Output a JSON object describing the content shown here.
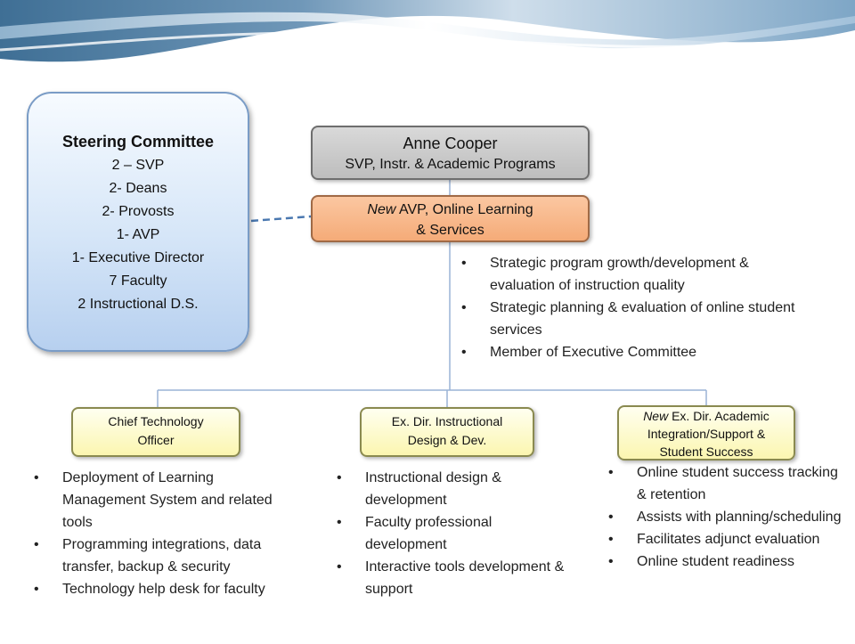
{
  "steering": {
    "title": "Steering Committee",
    "lines": [
      "2 – SVP",
      "2- Deans",
      "2- Provosts",
      "1- AVP",
      "1- Executive Director",
      "7 Faculty",
      "2 Instructional D.S."
    ]
  },
  "cooper": {
    "name": "Anne Cooper",
    "role": "SVP, Instr. & Academic Programs"
  },
  "avp": {
    "new_label": "New",
    "line1": " AVP, Online Learning",
    "line2": "& Services",
    "bullets": [
      "Strategic program growth/development & evaluation of instruction quality",
      "Strategic planning & evaluation of online student services",
      "Member of Executive Committee"
    ]
  },
  "cto": {
    "line1": "Chief Technology",
    "line2": "Officer",
    "bullets": [
      "Deployment of Learning Management System and related tools",
      "Programming integrations, data transfer, backup & security",
      "Technology help desk for faculty"
    ]
  },
  "exdir": {
    "line1": "Ex. Dir. Instructional",
    "line2": "Design & Dev.",
    "bullets": [
      "Instructional design & development",
      "Faculty professional development",
      "Interactive tools development & support"
    ]
  },
  "newexdir": {
    "new_label": "New",
    "line1": " Ex. Dir. Academic",
    "line2": "Integration/Support &",
    "line3": "Student Success",
    "bullets": [
      "Online student success tracking & retention",
      "Assists with planning/scheduling",
      "Facilitates adjunct evaluation",
      "Online student readiness"
    ]
  },
  "colors": {
    "steering_fill": "#c9dcf3",
    "cooper_fill": "#c8c8c8",
    "avp_fill": "#f8b98b",
    "lower_fill": "#fdf9c4",
    "connector": "#9ab3d6"
  }
}
